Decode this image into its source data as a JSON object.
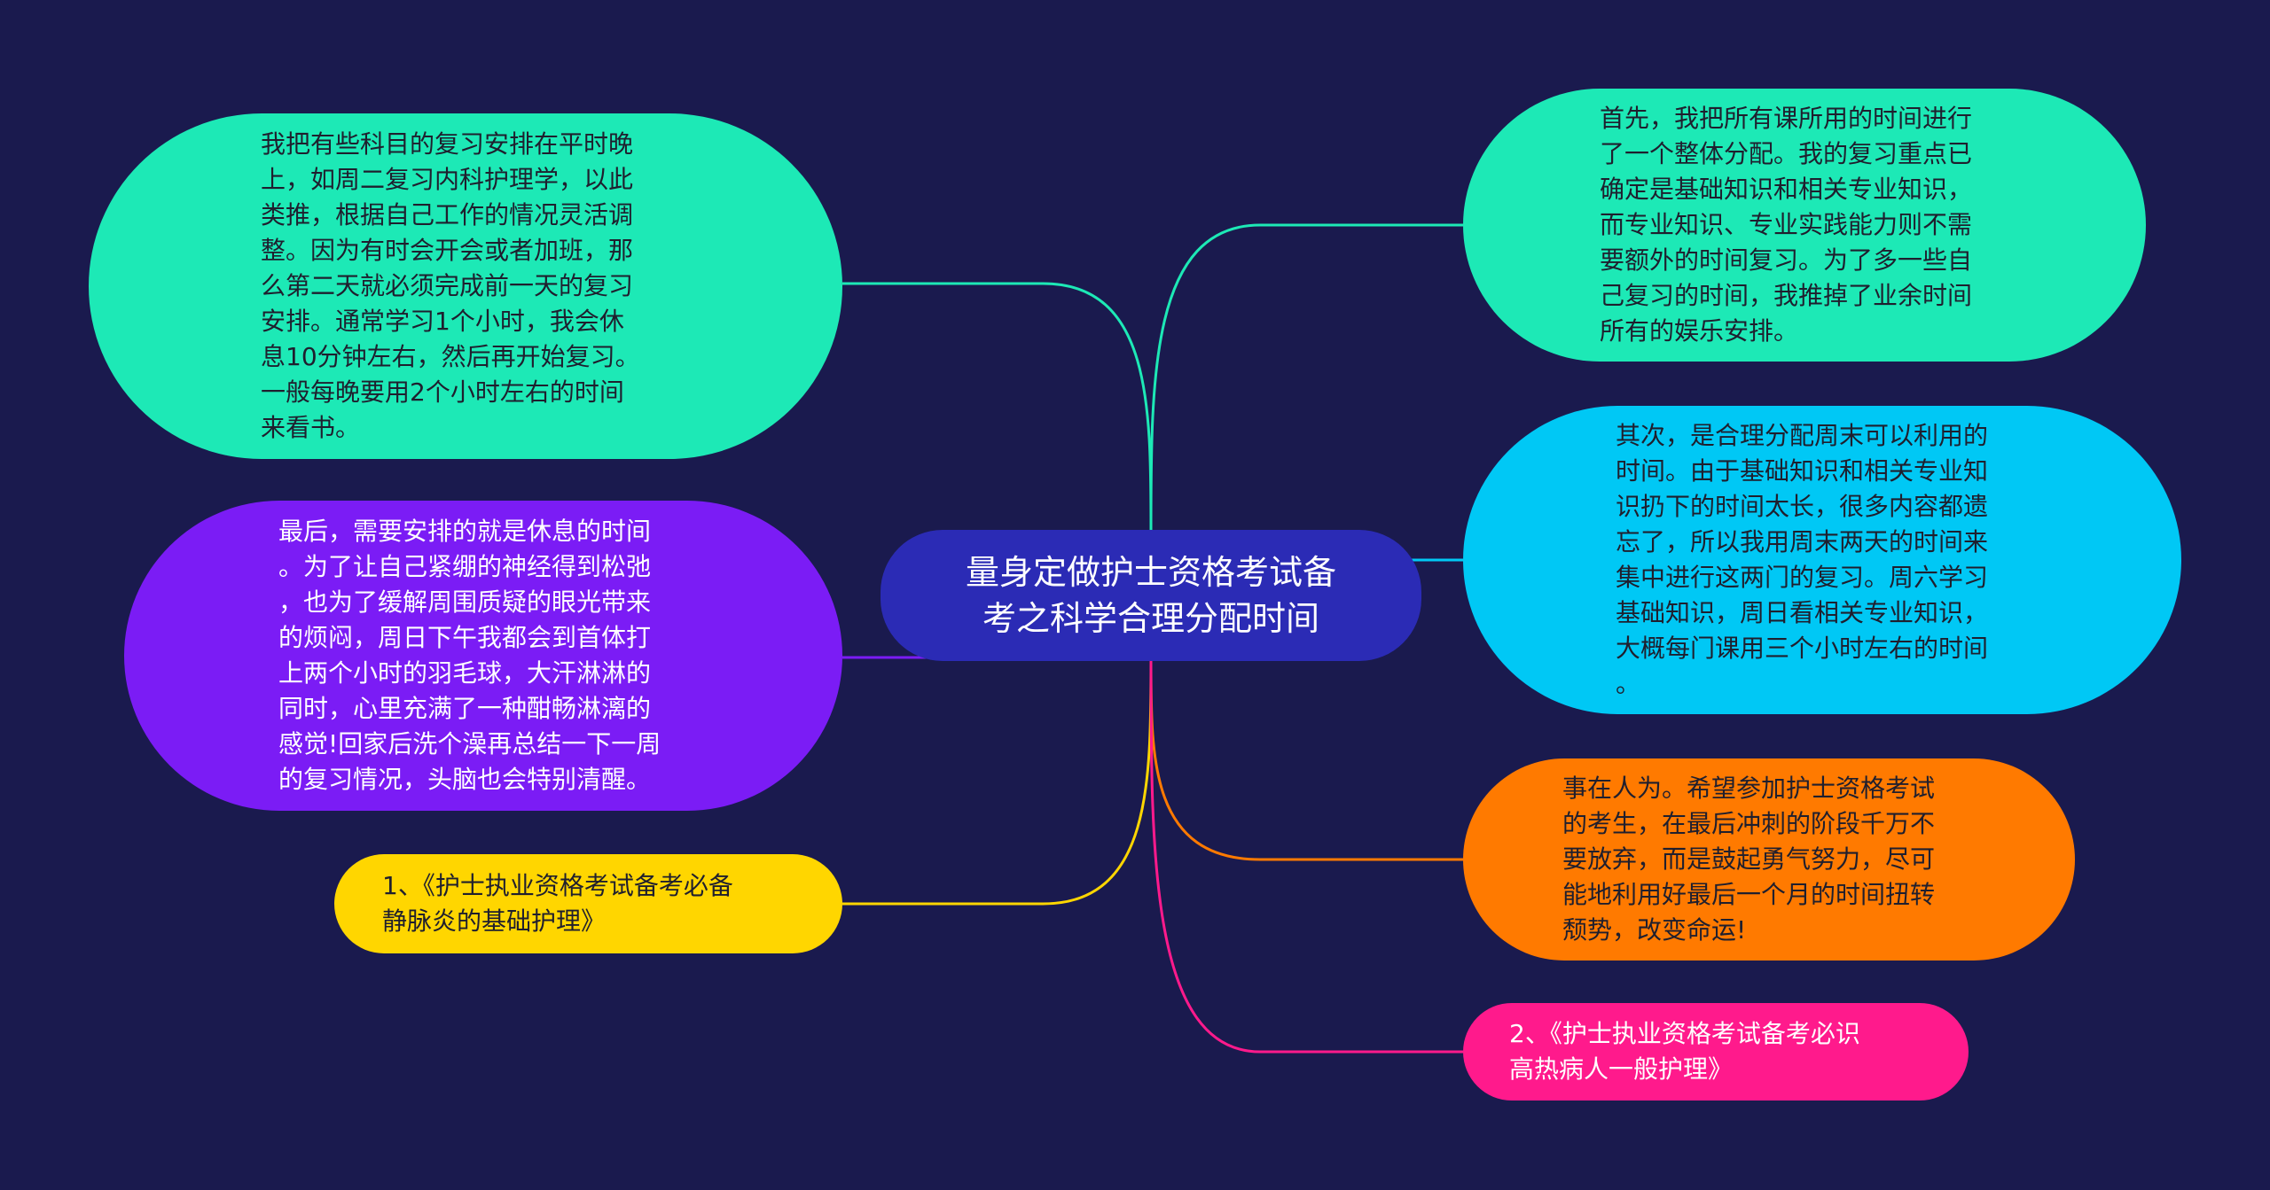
{
  "center": {
    "title": "量身定做护士资格考试备\n考之科学合理分配时间",
    "color": "#2b2bb5"
  },
  "nodes": {
    "left1": {
      "text": "我把有些科目的复习安排在平时晚\n上，如周二复习内科护理学，以此\n类推，根据自己工作的情况灵活调\n整。因为有时会开会或者加班，那\n么第二天就必须完成前一天的复习\n安排。通常学习1个小时，我会休\n息10分钟左右，然后再开始复习。\n一般每晚要用2个小时左右的时间\n来看书。",
      "color": "#1de9b6"
    },
    "left2": {
      "text": "最后，需要安排的就是休息的时间\n。为了让自己紧绷的神经得到松弛\n，也为了缓解周围质疑的眼光带来\n的烦闷，周日下午我都会到首体打\n上两个小时的羽毛球，大汗淋淋的\n同时，心里充满了一种酣畅淋漓的\n感觉!回家后洗个澡再总结一下一周\n的复习情况，头脑也会特别清醒。",
      "color": "#7b1cf5"
    },
    "left3": {
      "text": "1、《护士执业资格考试备考必备\n静脉炎的基础护理》",
      "color": "#ffd600"
    },
    "right1": {
      "text": "首先，我把所有课所用的时间进行\n了一个整体分配。我的复习重点已\n确定是基础知识和相关专业知识，\n而专业知识、专业实践能力则不需\n要额外的时间复习。为了多一些自\n己复习的时间，我推掉了业余时间\n所有的娱乐安排。",
      "color": "#1de9b6"
    },
    "right2": {
      "text": "其次，是合理分配周末可以利用的\n时间。由于基础知识和相关专业知\n识扔下的时间太长，很多内容都遗\n忘了，所以我用周末两天的时间来\n集中进行这两门的复习。周六学习\n基础知识，周日看相关专业知识，\n大概每门课用三个小时左右的时间\n。",
      "color": "#00c8f5"
    },
    "right3": {
      "text": "事在人为。希望参加护士资格考试\n的考生，在最后冲刺的阶段千万不\n要放弃，而是鼓起勇气努力，尽可\n能地利用好最后一个月的时间扭转\n颓势，改变命运!",
      "color": "#ff7a00"
    },
    "right4": {
      "text": "2、《护士执业资格考试备考必识\n高热病人一般护理》",
      "color": "#ff1a8c"
    }
  },
  "link_colors": {
    "left1": "#1de9b6",
    "left2": "#7b1cf5",
    "left3": "#ffd600",
    "right1": "#1de9b6",
    "right2": "#00c8f5",
    "right3": "#ff7a00",
    "right4": "#ff1a8c"
  },
  "background": "#1a1a4e"
}
